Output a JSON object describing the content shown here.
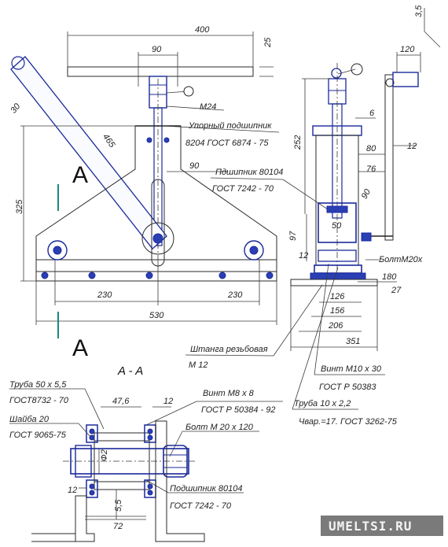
{
  "dims_top": {
    "d400": "400",
    "d90a": "90",
    "d25": "25",
    "d30": "30",
    "d465": "465",
    "m24": "M24",
    "d90b": "90",
    "d325": "325",
    "d230a": "230",
    "d230b": "230",
    "d530": "530"
  },
  "section_marks": {
    "left_top": "A",
    "left_bottom": "A",
    "section_title": "A - A"
  },
  "callouts": {
    "bearing1_l1": "Упорный подшипник",
    "bearing1_l2": "8204 ГОСТ 6874 - 75",
    "bearing2_l1": "Пдшипник 80104",
    "bearing2_l2": "ГОСТ 7242 - 70",
    "rod_l1": "Штанга резьбовая",
    "rod_l2": "M 12",
    "screw_l1": "Винт M10 х 30",
    "screw_l2": "ГОСТ Р 50383",
    "pipe_l1": "Труба 10 х 2,2",
    "pipe_l2": "Чвар.=17. ГОСТ 3262-75",
    "bolt_side": "БолтM20x",
    "pipe50_l1": "Труба 50 х 5,5",
    "pipe50_l2": "ГОСТ8732 - 70",
    "washer_l1": "Шайба 20",
    "washer_l2": "ГОСТ 9065-75",
    "screwm8_l1": "Винт M8 х 8",
    "screwm8_l2": "ГОСТ Р 50384 - 92",
    "boltm20": "Болт M 20 х 120",
    "bearing3_l1": "Подшипник 80104",
    "bearing3_l2": "ГОСТ 7242 - 70"
  },
  "dims_side": {
    "d35": "3,5",
    "d120": "120",
    "d6": "6",
    "d252": "252",
    "d80": "80",
    "d12a": "12",
    "d76": "76",
    "d90": "90",
    "d50": "50",
    "d97": "97",
    "d12b": "12",
    "d180": "180",
    "d27": "27",
    "d126": "126",
    "d156": "156",
    "d206": "206",
    "d351": "351"
  },
  "dims_section": {
    "d47_6": "47,6",
    "d12a": "12",
    "d12b": "12",
    "d5_5": "5,5",
    "d72": "72",
    "phi": "Ф2"
  },
  "watermark": "UMELTSI.RU"
}
